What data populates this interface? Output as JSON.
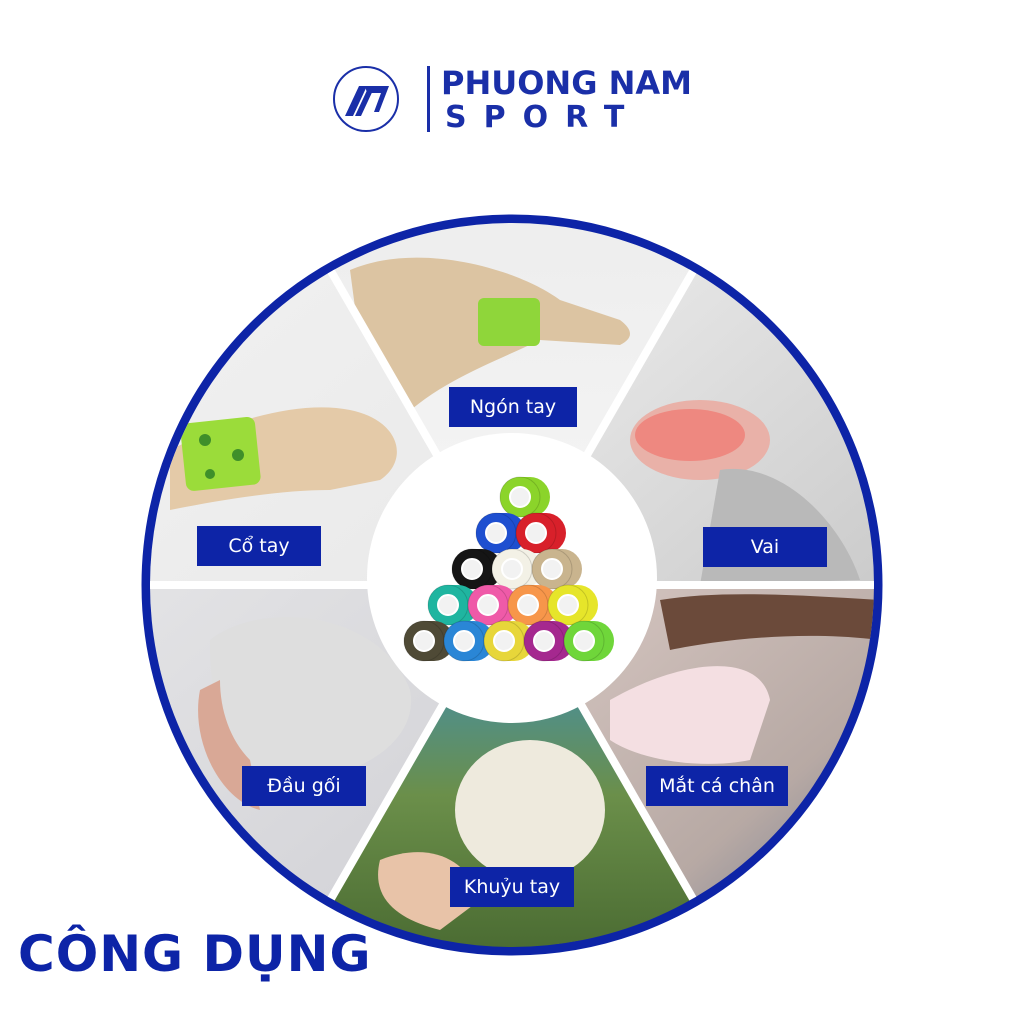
{
  "brand": {
    "name_line1": "PHUONG NAM",
    "name_line2": "SPORT",
    "logo_icon": "pn-monogram-icon",
    "color": "#1a2fa8"
  },
  "wheel": {
    "ring_color": "#0d24a7",
    "center_image": "colorful-cohesive-bandage-rolls-pyramid",
    "segments": [
      {
        "label": "Ngón tay",
        "image": "finger-wrapped-green-tape",
        "position": "top"
      },
      {
        "label": "Vai",
        "image": "shoulder-pain-red-highlight",
        "position": "upper-right"
      },
      {
        "label": "Mắt cá chân",
        "image": "ankle-wrapped-bandage",
        "position": "lower-right"
      },
      {
        "label": "Khuỷu tay",
        "image": "elbow-wrapped-white-bandage",
        "position": "bottom"
      },
      {
        "label": "Đầu gối",
        "image": "knee-wrapped-white-bandage",
        "position": "lower-left"
      },
      {
        "label": "Cổ tay",
        "image": "wrist-wrapped-green-paw-tape",
        "position": "upper-left"
      }
    ],
    "tape_rolls": [
      {
        "color": "#8bd42a"
      },
      {
        "color": "#1e4fd0"
      },
      {
        "color": "#d8202a"
      },
      {
        "color": "#151515"
      },
      {
        "color": "#f3f1e6"
      },
      {
        "color": "#c9b48e"
      },
      {
        "color": "#1fb5a0"
      },
      {
        "color": "#ef5aa8"
      },
      {
        "color": "#f7964a"
      },
      {
        "color": "#e6e52a"
      },
      {
        "color": "#4f4a36"
      },
      {
        "color": "#2a86d6"
      },
      {
        "color": "#e7d63a"
      },
      {
        "color": "#a5288f"
      },
      {
        "color": "#6fd63a"
      }
    ]
  },
  "heading": "CÔNG DỤNG",
  "accent_color": "#0d24a7"
}
